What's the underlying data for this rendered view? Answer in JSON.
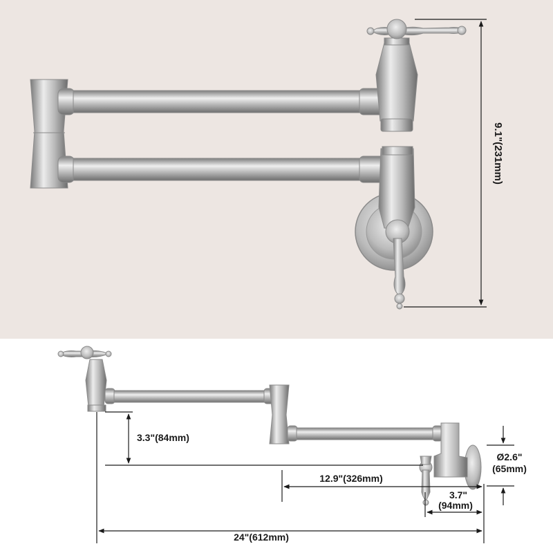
{
  "colors": {
    "background_top": "#ede6e2",
    "background_bottom": "#ffffff",
    "metal_light": "#e6e6e6",
    "metal_mid": "#b7b7b7",
    "metal_dark": "#7d7d7d",
    "dimension_line": "#1a1a1a"
  },
  "dimensions": {
    "height_total": "9.1\"(231mm)",
    "arm_drop": "3.3\"(84mm)",
    "spout_reach": "12.9\"(326mm)",
    "flange_diameter_line1": "Ø2.6\"",
    "flange_diameter_line2": "(65mm)",
    "wall_offset_line1": "3.7\"",
    "wall_offset_line2": "(94mm)",
    "total_reach": "24\"(612mm)"
  }
}
